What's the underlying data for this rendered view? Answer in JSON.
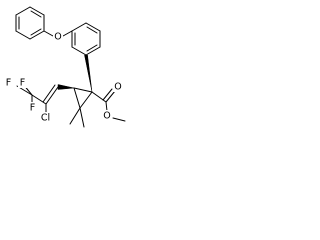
{
  "structure": {
    "atoms": {
      "phenoxy_o": "O",
      "chloro": "Cl",
      "fluoro_top_left": "F",
      "fluoro_top_right": "F",
      "fluoro_bottom": "F",
      "carbonyl_o": "O",
      "ester_o": "O"
    }
  }
}
